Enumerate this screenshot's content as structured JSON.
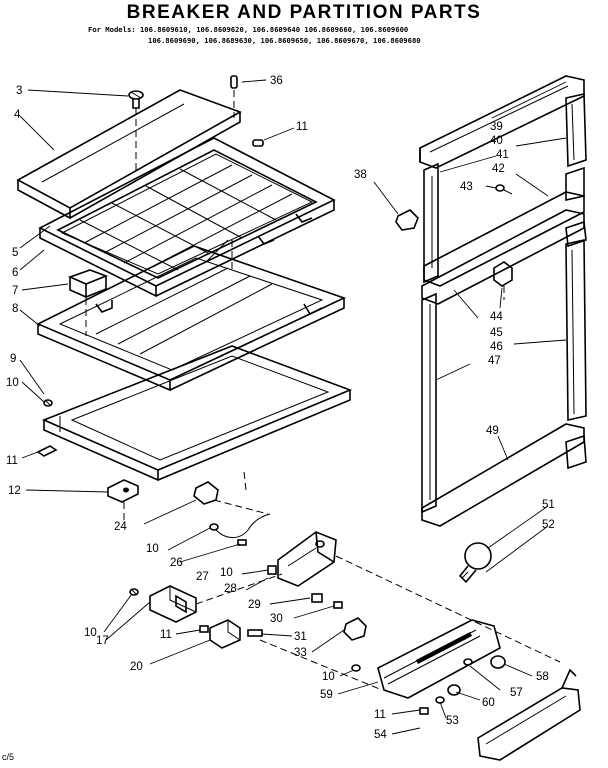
{
  "title": "BREAKER AND PARTITION PARTS",
  "models_prefix": "For Models:",
  "models_line1": "106.8609610, 106.8609620, 106.8609640  106.8609660, 106.8609600",
  "models_line2": "106.8609690, 106.8689630, 106.8609650, 106.8609670, 106.8609680",
  "footer_code": "c/5",
  "callouts": {
    "c3": "3",
    "c4": "4",
    "c5": "5",
    "c6": "6",
    "c7": "7",
    "c8": "8",
    "c9": "9",
    "c10a": "10",
    "c10b": "10",
    "c10c": "10",
    "c10d": "10",
    "c10e": "10",
    "c11a": "11",
    "c11b": "11",
    "c11c": "11",
    "c11d": "11",
    "c12": "12",
    "c17": "17",
    "c20": "20",
    "c24": "24",
    "c26": "26",
    "c27": "27",
    "c28": "28",
    "c29": "29",
    "c30": "30",
    "c31": "31",
    "c33": "33",
    "c36": "36",
    "c38": "38",
    "c39": "39",
    "c40": "40",
    "c41": "41",
    "c42": "42",
    "c43": "43",
    "c44": "44",
    "c45": "45",
    "c46": "46",
    "c47": "47",
    "c49": "49",
    "c51": "51",
    "c52": "52",
    "c53": "53",
    "c54": "54",
    "c57": "57",
    "c58": "58",
    "c59": "59",
    "c60": "60"
  }
}
